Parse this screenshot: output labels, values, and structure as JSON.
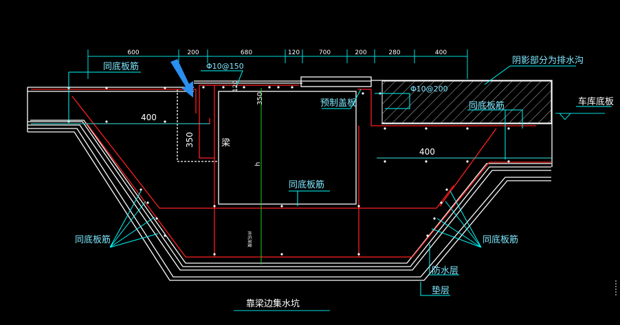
{
  "colors": {
    "background": "#000000",
    "outline": "#ffffff",
    "rebar": "#ff2020",
    "dimension": "#00e0e0",
    "leader": "#00ffff",
    "label_text": "#7fe8ff",
    "axis": "#28d028",
    "dim_text": "#ffffff",
    "pointer_arrow": "#2a8ff0",
    "hatch": "#bbbbbb"
  },
  "dimensions_top": [
    "600",
    "200",
    "680",
    "120",
    "700",
    "200",
    "280",
    "400"
  ],
  "labels": {
    "same_slab_rebar_tl": "同底板筋",
    "rebar_spec_left": "Φ10@150",
    "dim_120": "120",
    "precast_cover": "预制盖板",
    "rebar_spec_right": "Φ10@200",
    "shaded_is_drain": "阴影部分为排水沟",
    "garage_slab": "车库底板",
    "same_slab_rebar_tr": "同底板筋",
    "dim_400_left": "400",
    "dim_350_side": "350",
    "dim_350_vert": "350",
    "beam": "梁",
    "h_mark": "h",
    "same_slab_rebar_center": "同底板筋",
    "dim_400_right": "400",
    "same_slab_rebar_bl": "同底板筋",
    "same_slab_rebar_br": "同底板筋",
    "pit_depth_mark": "井坑深度",
    "waterproof_layer": "防水层",
    "cushion_layer": "垫层",
    "drawing_title": "靠梁边集水坑"
  }
}
